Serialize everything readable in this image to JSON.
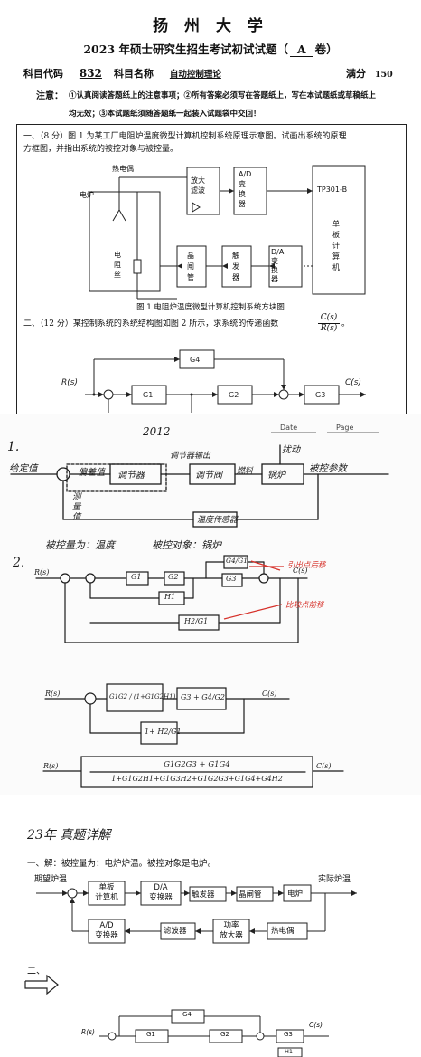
{
  "exam": {
    "university": "扬 州 大 学",
    "title_prefix": "2023 年硕士研究生招生考试初试试题（",
    "paper_code": "A",
    "title_suffix": "卷）",
    "subject_code_label": "科目代码",
    "subject_code": "832",
    "subject_name_label": "科目名称",
    "subject_name": "自动控制理论",
    "full_score_label": "满分",
    "full_score": "150",
    "notice_label": "注意：",
    "notice_line1": "①认真阅读答题纸上的注意事项；②所有答案必须写在答题纸上，写在本试题纸或草稿纸上",
    "notice_line2": "均无效；③本试题纸须随答题纸一起装入试题袋中交回！",
    "q1_line1": "一、（8 分）图 1 为某工厂电阻炉温度微型计算机控制系统原理示意图。试画出系统的原理",
    "q1_line2": "方框图，并指出系统的被控对象与被控量。",
    "fig1": {
      "thermocouple": "热电偶",
      "furnace": "电炉",
      "resistor": "电\n阻\n丝",
      "amp": "放大\n滤波",
      "ad": "A/D\n变\n换\n器",
      "computer_name": "TP301-B",
      "computer": "单\n板\n计\n算\n机",
      "thyristor": "晶\n闸\n管",
      "trigger": "触\n发\n器",
      "da": "D/A\n变\n换\n器",
      "caption": "图 1 电阻炉温度微型计算机控制系统方块图"
    },
    "q2_text": "二、（12 分）某控制系统的系统结构图如图 2 所示，求系统的传递函数",
    "q2_frac_num": "C(s)",
    "q2_frac_den": "R(s)",
    "q2_end": "。",
    "fig2": {
      "R": "R(s)",
      "C": "C(s)",
      "G1": "G1",
      "G2": "G2",
      "G3": "G3",
      "G4": "G4"
    }
  },
  "notes": {
    "year": "2012",
    "date_label": "Date",
    "page_label": "Page",
    "q1_num": "1.",
    "set_value": "给定值",
    "deviation": "偏差值",
    "regulator": "调节器",
    "regulator_out": "调节器输出",
    "valve": "调节阀",
    "fuel": "燃料",
    "disturbance": "扰动",
    "furnace": "锅炉",
    "controlled_param": "被控参数",
    "measured_value": "测量值",
    "temp_sensor": "温度传感器",
    "controlled_var": "被控量为：温度",
    "controlled_obj": "被控对象：锅炉",
    "q2_num": "2.",
    "R": "R(s)",
    "C": "C(s)",
    "G1": "G1",
    "G2": "G2",
    "G3": "G3",
    "H1": "H1",
    "G4G1": "G4/G1",
    "H2G1": "H2/G1",
    "move_ahead": "引出点后移",
    "move_back": "比较点前移",
    "step_tf": "G1G2 / (1+G1G2H1)",
    "step_g": "G3 + G4/G2",
    "step_h": "1+ H2/G1",
    "final_num": "G1G2G3 + G1G4",
    "final_den": "1+G1G2H1+G1G3H2+G1G2G3+G1G4+G4H2"
  },
  "solution": {
    "heading": "23年 真题详解",
    "q1_answer": "一、解：被控量为：电炉炉温。被控对象是电炉。",
    "expected": "期望炉温",
    "computer": "单板\n计算机",
    "da": "D/A\n变换器",
    "trigger": "触发器",
    "thyristor": "晶闸管",
    "furnace": "电炉",
    "actual": "实际炉温",
    "ad": "A/D\n变换器",
    "filter": "滤波器",
    "power_amp": "功率\n放大器",
    "thermocouple": "热电偶",
    "q2_label": "二、",
    "R": "R(s)",
    "C": "C(s)",
    "G1": "G1",
    "G2": "G2",
    "G3": "G3",
    "G4": "G4",
    "H1": "H1"
  }
}
